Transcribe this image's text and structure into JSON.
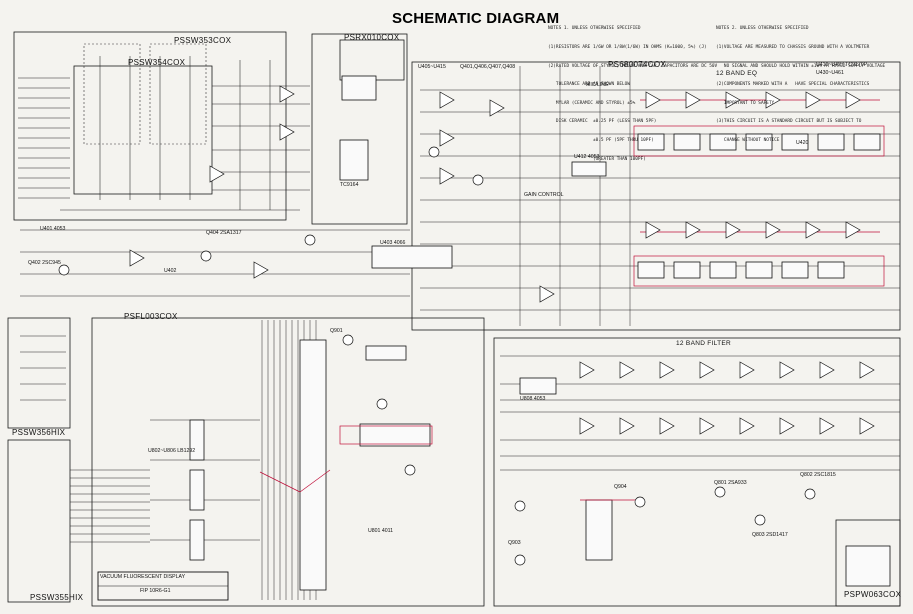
{
  "title": "SCHEMATIC DIAGRAM",
  "notes_left": [
    "NOTES 1. UNLESS OTHERWISE SPECIFIED",
    "(1)RESISTORS ARE 1/6W OR 1/8W(1/6W) IN OHMS (K=1000, 5%) (J)",
    "(2)RATED VOLTAGE OF STYROL, MYLAR AND CAP. CAPACITORS ARE DC 50V",
    "   TOLERANCE ARE AS SHOWN BELOW",
    "   MYLAR (CERAMIC AND STYROL) ±5%",
    "   DISK CERAMIC  ±0.25 PF (LESS THAN 5PF)",
    "                 ±0.5 PF (5PF THRU 10PF)",
    "                 (GREATER THAN 100PF)"
  ],
  "notes_right": [
    "NOTES 2. UNLESS OTHERWISE SPECIFIED",
    "(1)VOLTAGE ARE MEASURED TO CHASSIS GROUND WITH A VOLTMETER",
    "   NO SIGNAL AND SHOULD HOLD WITHIN ±10% AT RATED SUPPLY VOLTAGE",
    "(2)COMPONENTS MARKED WITH A   HAVE SPECIAL CHARACTERISTICS",
    "   IMPORTANT TO SAFETY",
    "(3)THIS CIRCUIT IS A STANDARD CIRCUIT BUT IS SUBJECT TO",
    "   CHANGE WITHOUT NOTICE"
  ],
  "boards": {
    "pssw353": "PSSW353COX",
    "psrx010": "PSRX010COX",
    "pssw354": "PSSW354COX",
    "ps680": "PS680074COX",
    "psfl003": "PSFL003COX",
    "pssw356": "PSSW356HIX",
    "pssw355": "PSSW355HIX",
    "pspw": "PSPW063COX"
  },
  "labels": {
    "band_eq": "12 BAND EQ",
    "band_filter": "12 BAND FILTER",
    "u416": "U416~U427  TC9170P",
    "u430": "U430~U461",
    "u405": "U405~U415",
    "q401": "Q401,Q406,Q407,Q408",
    "mic_line": "MIC/LINE",
    "u401": "U401 4053",
    "u403": "U403 4066",
    "q402": "Q402 2SC945",
    "q404": "Q404 2SA1317",
    "q802": "Q802 2SC1815",
    "q801": "Q801 2SA933",
    "q803": "Q803 2SD1417",
    "u801": "U801 4011",
    "u808": "U808 4053",
    "q901": "Q901",
    "q903": "Q903",
    "q904": "Q904",
    "u802": "U802~U806 LB1292",
    "fluor": "VACUUM FLUORESCENT DISPLAY",
    "fluor_part": "FIP 10R6-G1",
    "tc9164": "TC9164",
    "u402": "U402",
    "u412": "U412 4053",
    "u420": "U420",
    "gain": "GAIN CONTROL"
  }
}
